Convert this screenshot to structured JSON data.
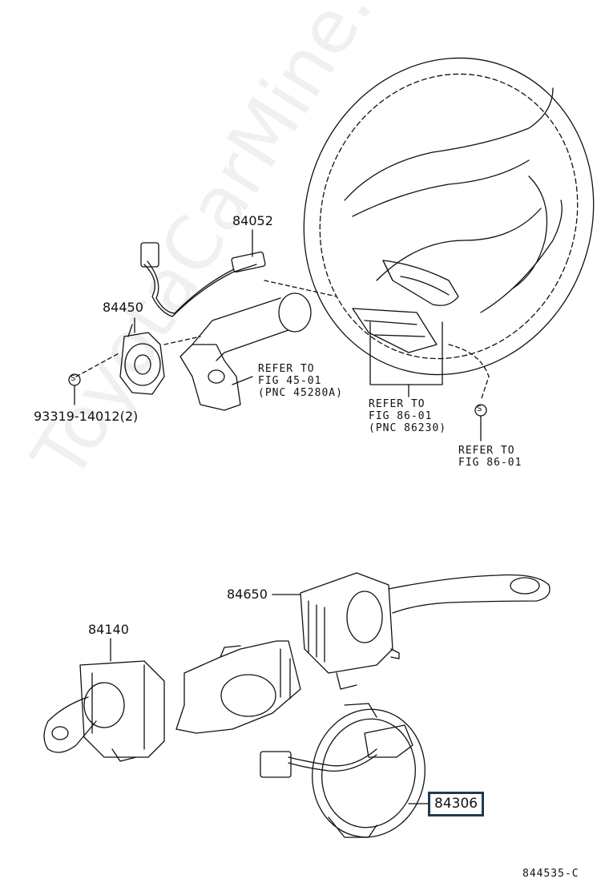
{
  "watermark": "ToyotaCarMine.ru",
  "labels": {
    "p84052": "84052",
    "p84450": "84450",
    "p93319": "93319-14012(2)",
    "p84650": "84650",
    "p84140": "84140",
    "p84306": "84306"
  },
  "refs": {
    "r45": [
      "REFER TO",
      "FIG 45-01",
      "(PNC 45280A)"
    ],
    "r86a": [
      "REFER TO",
      "FIG 86-01",
      "(PNC 86230)"
    ],
    "r86b": [
      "REFER TO",
      "FIG 86-01"
    ]
  },
  "bolt_symbol": "S",
  "figure_code": "844535-C",
  "colors": {
    "line": "#111111",
    "highlight_border": "#203a4f"
  }
}
